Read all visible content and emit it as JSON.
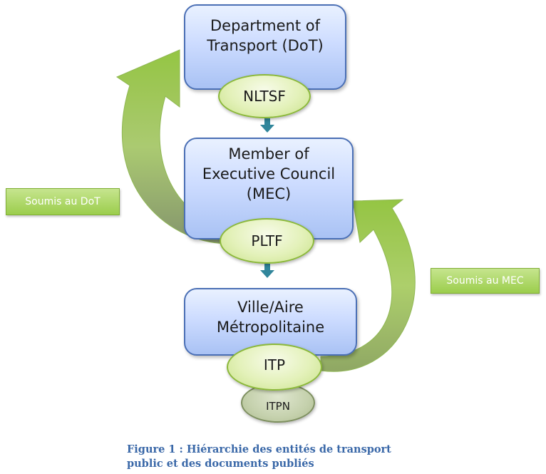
{
  "nodes": {
    "dot": {
      "label": "Department of\nTransport (DoT)"
    },
    "mec": {
      "label": "Member of\nExecutive Council\n(MEC)"
    },
    "city": {
      "label": "Ville/Aire\nMétropolitaine"
    }
  },
  "documents": {
    "nltsf": "NLTSF",
    "pltf": "PLTF",
    "itp": "ITP",
    "itpn": "ITPN"
  },
  "notes": {
    "submit_dot": "Soumis au DoT",
    "submit_mec": "Soumis au MEC"
  },
  "caption": "Figure 1 : Hiérarchie des entités de transport\npublic et des documents publiés",
  "colors": {
    "box_border": "#4a6fb5",
    "oval_border": "#8bb83a",
    "curved_arrow": "#9bc94f",
    "connector": "#31869b",
    "caption": "#3a68a8"
  }
}
